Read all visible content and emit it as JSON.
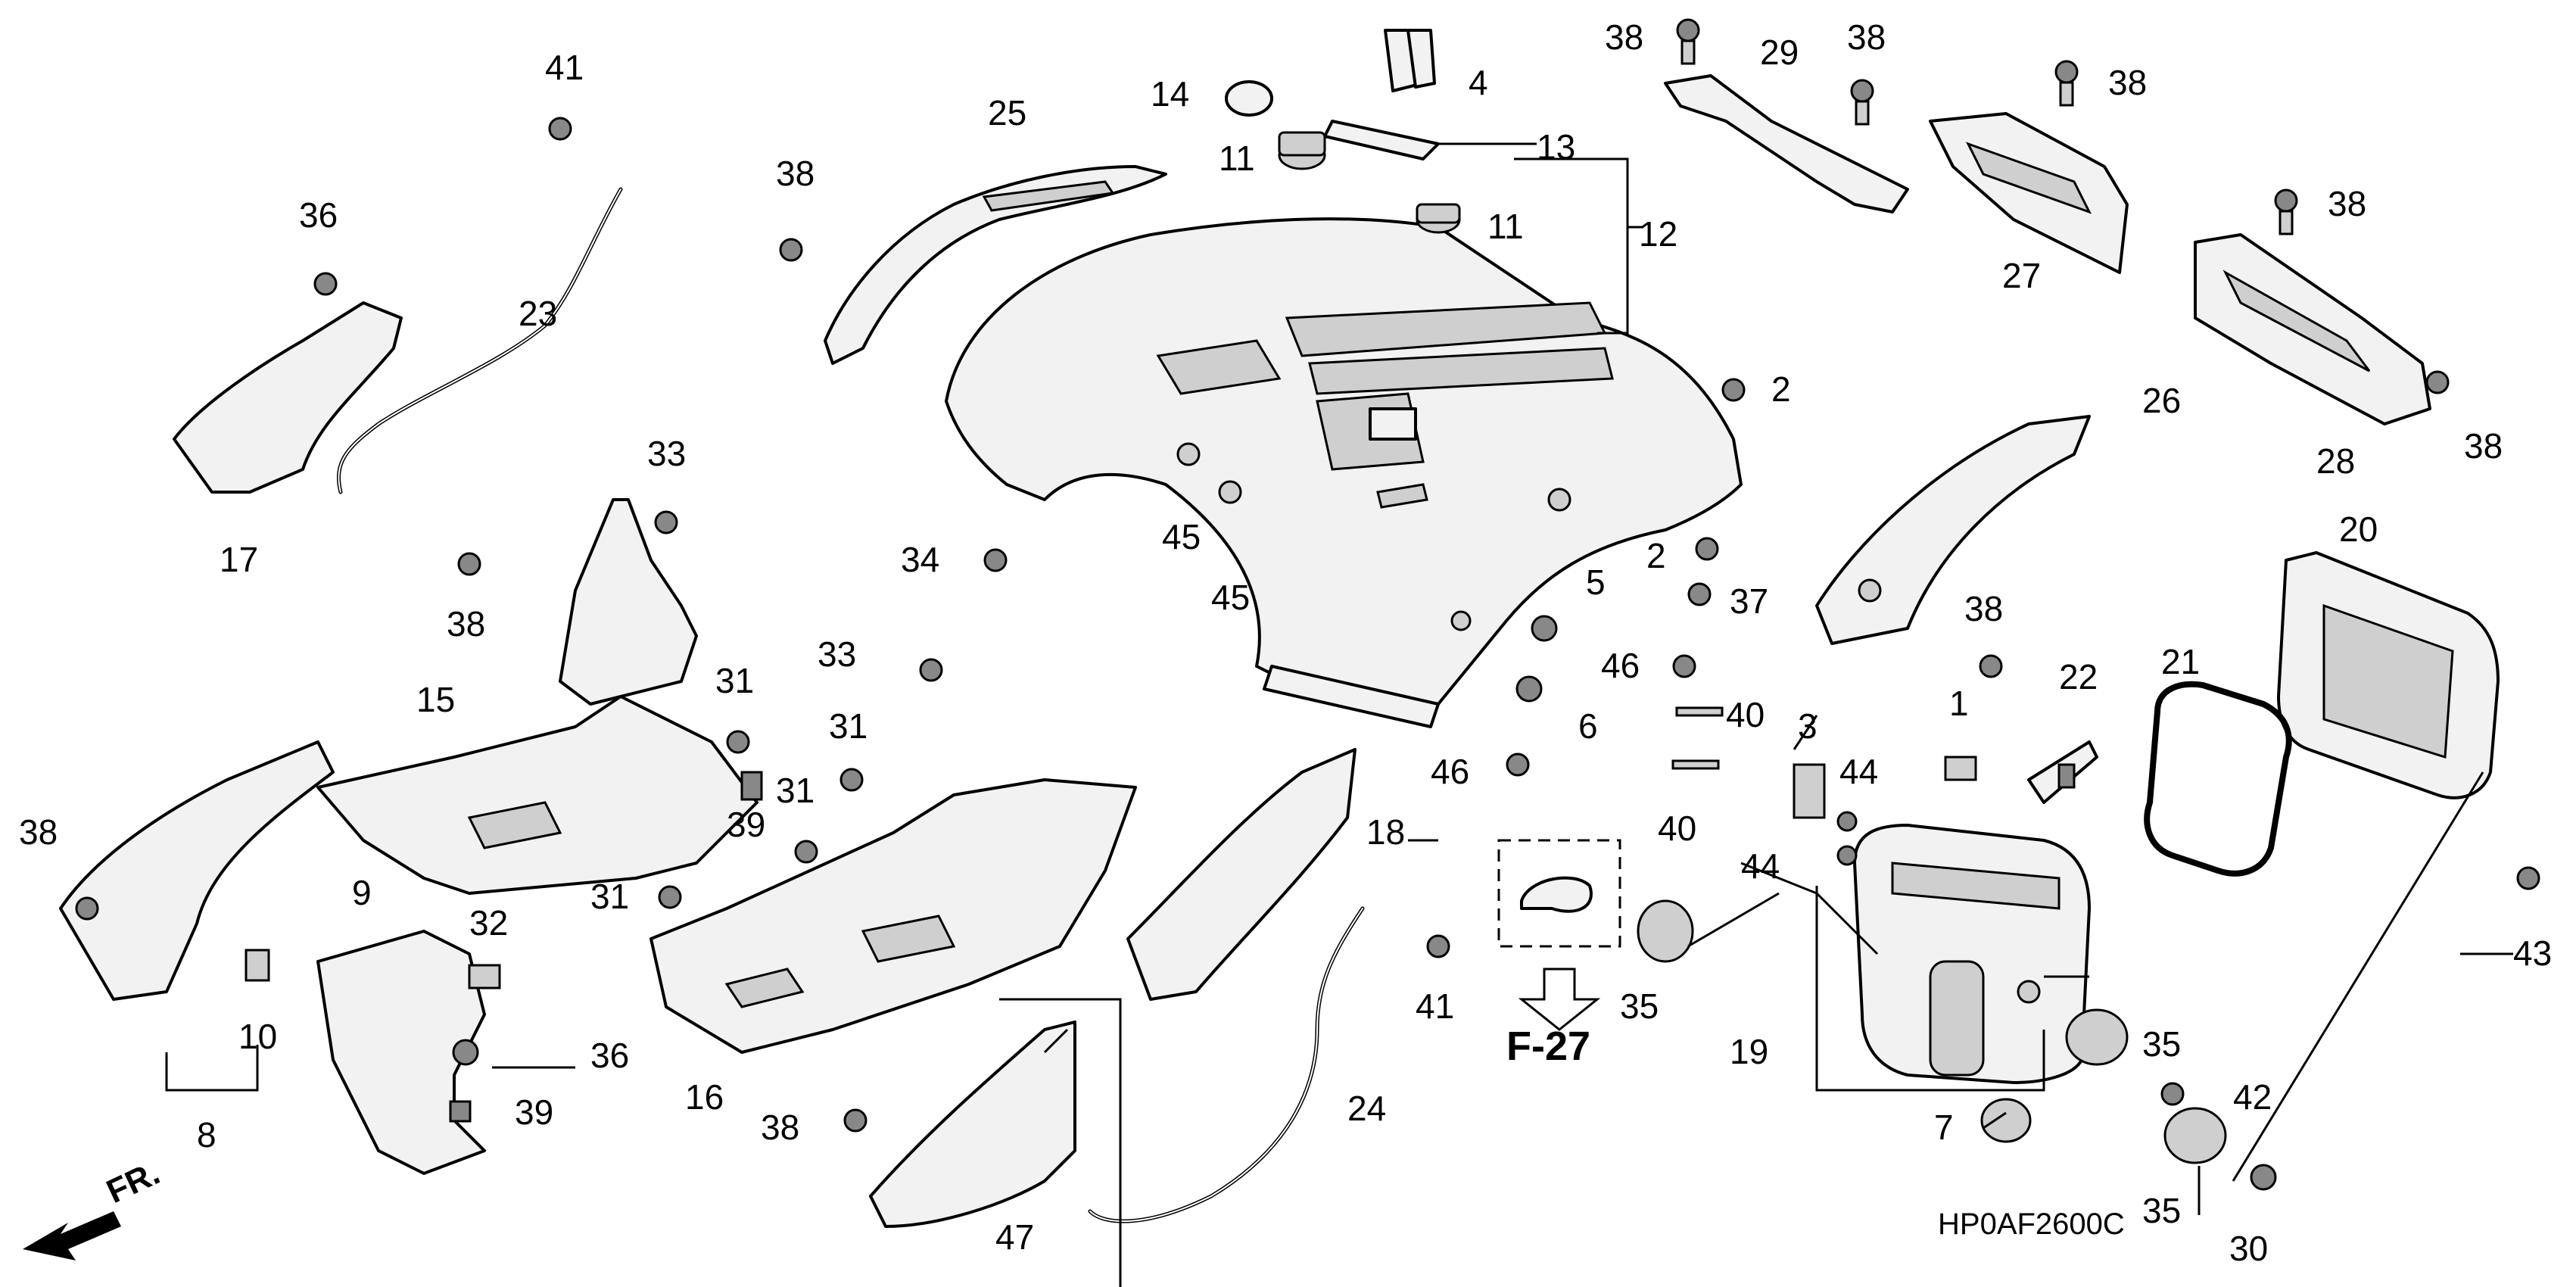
{
  "diagram": {
    "code": "HP0AF2600C",
    "ref_page": "F-27",
    "front_marker": "FR.",
    "part_numbers": [
      "1",
      "2",
      "3",
      "4",
      "5",
      "6",
      "7",
      "8",
      "9",
      "10",
      "11",
      "12",
      "13",
      "14",
      "15",
      "16",
      "17",
      "18",
      "19",
      "20",
      "21",
      "22",
      "23",
      "24",
      "25",
      "26",
      "27",
      "28",
      "29",
      "30",
      "31",
      "32",
      "33",
      "34",
      "35",
      "36",
      "37",
      "38",
      "39",
      "40",
      "41",
      "42",
      "43",
      "44",
      "45",
      "46",
      "47"
    ]
  }
}
